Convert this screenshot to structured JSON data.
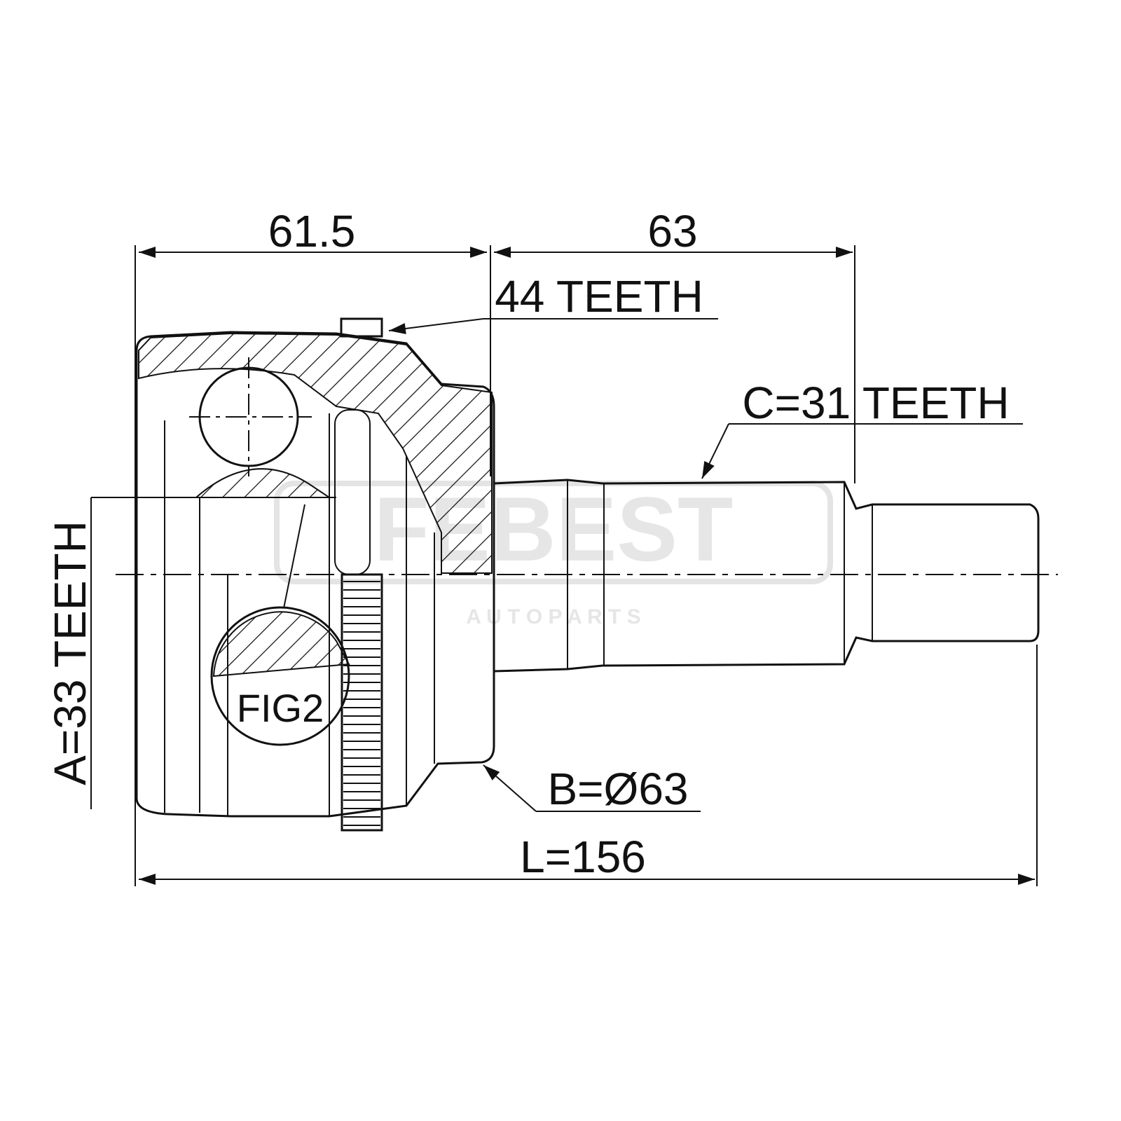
{
  "title": "CV joint technical drawing",
  "watermark": {
    "brand": "FEBEST",
    "sub": "A U T O   P A R T S"
  },
  "dimensions": {
    "housing_length": "61.5",
    "shaft_length": "63",
    "total_length": "L=156",
    "abs_ring": "44 TEETH",
    "outer_spline": "C=31 TEETH",
    "inner_spline": "A=33 TEETH",
    "outer_diameter": "B=Ø63",
    "fig_label": "FIG2"
  },
  "colors": {
    "line": "#111111",
    "watermark": "#e6e6e6"
  }
}
